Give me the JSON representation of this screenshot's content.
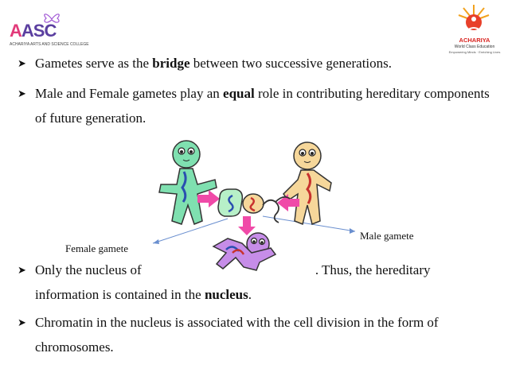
{
  "logos": {
    "left": {
      "mark_a": "A",
      "mark_rest": "ASC",
      "subtitle": "ACHARIYA ARTS AND SCIENCE COLLEGE"
    },
    "right": {
      "name": "ACHARIYA",
      "tagline": "World Class Education",
      "motto": "Empowering Minds · Enriching Lives"
    }
  },
  "bullets": [
    {
      "pre": "Gametes serve as the ",
      "bold": "bridge",
      "post": " between two successive generations."
    },
    {
      "pre": "Male and Female gametes play an ",
      "bold": "equal",
      "post": " role in contributing hereditary components of future generation."
    },
    {
      "pre": "Only the nucleus of ",
      "gap": "",
      "post": ". Thus, the hereditary",
      "line2_pre": "information is contained in the ",
      "line2_bold": "nucleus",
      "line2_post": "."
    },
    {
      "text": "Chromatin in the nucleus is associated with the cell division in the form of chromosomes."
    }
  ],
  "figure": {
    "female_label": "Female gamete",
    "male_label": "Male gamete"
  },
  "colors": {
    "female_figure": "#7fe0b0",
    "male_figure": "#f6d79a",
    "egg": "#b7f0c8",
    "zygote": "#c68de8",
    "arrow": "#f04aa8",
    "pointer": "#6a8fcf"
  }
}
